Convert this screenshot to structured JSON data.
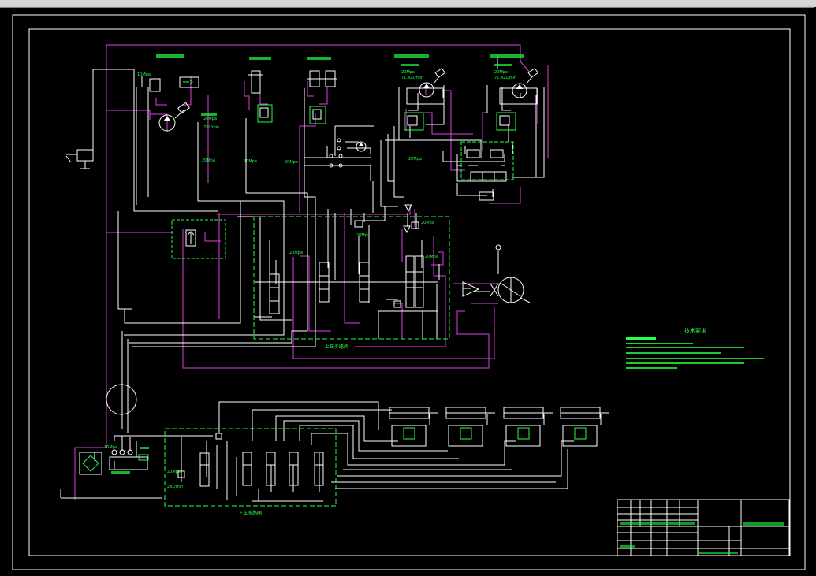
{
  "window": {
    "title": "",
    "tabs": [
      "",
      "",
      "",
      "",
      "",
      ""
    ]
  },
  "drawing": {
    "pressure_labels": {
      "p1": "10Mpa",
      "p2": "20Mpa",
      "p3": "20Mpa",
      "p4": "20Mpa",
      "p5": "20Mpa",
      "p6": "20Mpa",
      "p7": "20Mpa",
      "p8": "20Mpa",
      "p9": "20Mpa",
      "p10": "20Mpa",
      "p11": "20Mpa",
      "p12": "10Mpa",
      "p13": "20Mpa",
      "p14": "20Mpa"
    },
    "flow_labels": {
      "f1": "25L/min",
      "f2": "71.42L/min",
      "f3": "71.42L/min",
      "f4": "28L/min"
    },
    "block_labels": {
      "upper_valve": "上车多路阀",
      "lower_valve": "下车多路阀"
    },
    "technical_notes": {
      "title": "技术要求",
      "lines": [
        "",
        "",
        "",
        "",
        "",
        "",
        ""
      ]
    },
    "title_block": {
      "drawing_name": "",
      "rows": [
        "",
        "",
        "",
        ""
      ]
    },
    "colors": {
      "line_white": "#ffffff",
      "line_magenta": "#e040e0",
      "line_green": "#22ff44",
      "background": "#000000"
    }
  }
}
